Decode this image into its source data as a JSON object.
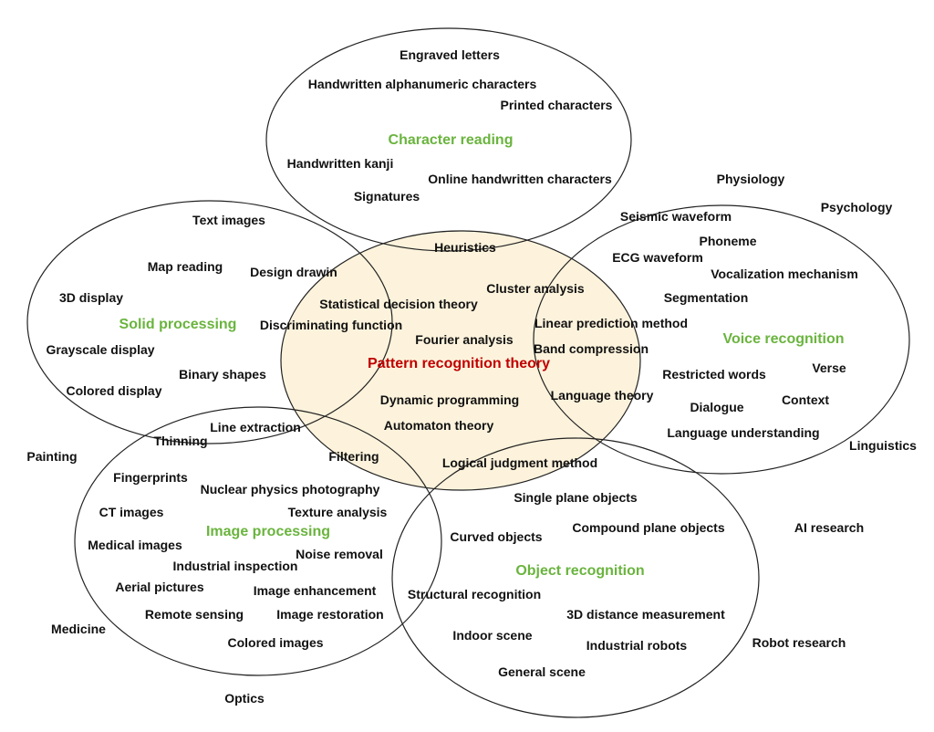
{
  "colors": {
    "area_title": "#6ab43e",
    "center_title": "#c00000",
    "center_fill": "#fdf3dc",
    "outline": "#222222",
    "text": "#111111"
  },
  "center_title": "Pattern recognition theory",
  "areas": {
    "character_reading": "Character reading",
    "solid_processing": "Solid processing",
    "voice_recognition": "Voice recognition",
    "image_processing": "Image processing",
    "object_recognition": "Object recognition"
  },
  "terms": {
    "engraved_letters": "Engraved letters",
    "handwritten_alphanumeric": "Handwritten alphanumeric characters",
    "printed_characters": "Printed characters",
    "handwritten_kanji": "Handwritten kanji",
    "online_handwritten": "Online handwritten characters",
    "signatures": "Signatures",
    "physiology": "Physiology",
    "psychology": "Psychology",
    "seismic_waveform": "Seismic waveform",
    "phoneme": "Phoneme",
    "ecg_waveform": "ECG waveform",
    "vocalization_mechanism": "Vocalization mechanism",
    "segmentation": "Segmentation",
    "text_images": "Text images",
    "heuristics": "Heuristics",
    "map_reading": "Map reading",
    "design_drawin": "Design drawin",
    "cluster_analysis": "Cluster analysis",
    "display_3d": "3D display",
    "statistical_decision": "Statistical decision theory",
    "discriminating_function": "Discriminating function",
    "linear_prediction": "Linear prediction method",
    "fourier_analysis": "Fourier analysis",
    "band_compression": "Band compression",
    "grayscale_display": "Grayscale display",
    "binary_shapes": "Binary shapes",
    "restricted_words": "Restricted words",
    "verse": "Verse",
    "colored_display": "Colored display",
    "language_theory": "Language theory",
    "dynamic_programming": "Dynamic programming",
    "context": "Context",
    "dialogue": "Dialogue",
    "automaton_theory": "Automaton theory",
    "line_extraction": "Line extraction",
    "language_understanding": "Language understanding",
    "thinning": "Thinning",
    "linguistics": "Linguistics",
    "painting": "Painting",
    "filtering": "Filtering",
    "logical_judgment": "Logical judgment method",
    "fingerprints": "Fingerprints",
    "nuclear_physics": "Nuclear physics photography",
    "single_plane": "Single plane objects",
    "ct_images": "CT images",
    "texture_analysis": "Texture analysis",
    "compound_plane": "Compound plane objects",
    "ai_research": "AI research",
    "curved_objects": "Curved objects",
    "medical_images": "Medical images",
    "noise_removal": "Noise removal",
    "industrial_inspection": "Industrial inspection",
    "aerial_pictures": "Aerial pictures",
    "image_enhancement": "Image enhancement",
    "structural_recognition": "Structural recognition",
    "distance_3d": "3D distance measurement",
    "remote_sensing": "Remote sensing",
    "image_restoration": "Image restoration",
    "medicine": "Medicine",
    "indoor_scene": "Indoor scene",
    "robot_research": "Robot research",
    "industrial_robots": "Industrial robots",
    "colored_images": "Colored images",
    "general_scene": "General scene",
    "optics": "Optics"
  }
}
